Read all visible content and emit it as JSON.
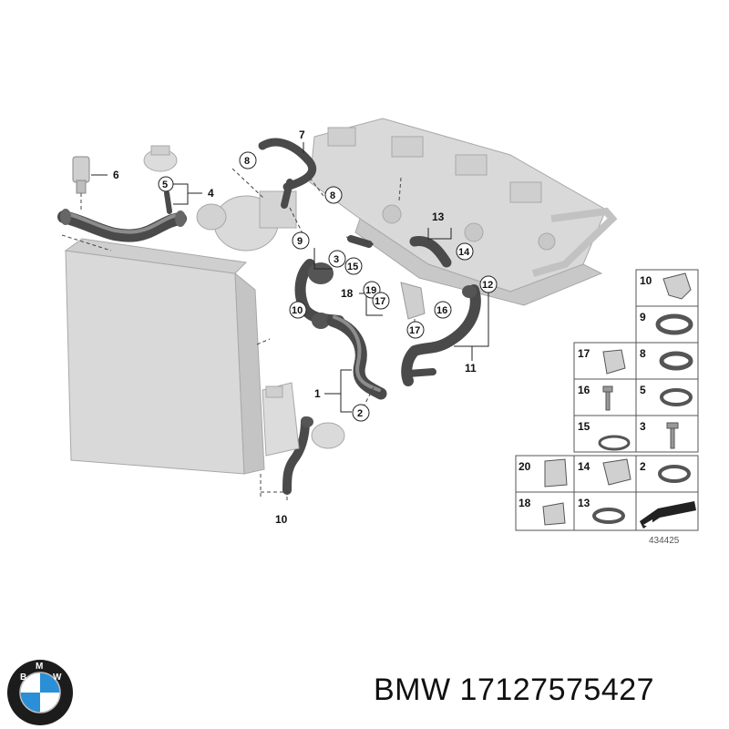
{
  "diagram": {
    "diagram_number": "434425",
    "callouts": [
      "1",
      "2",
      "3",
      "4",
      "5",
      "6",
      "7",
      "8",
      "8",
      "9",
      "10",
      "11",
      "12",
      "13",
      "14",
      "15",
      "16",
      "17",
      "18",
      "19",
      "20"
    ],
    "legend_items": [
      "10",
      "9",
      "17",
      "8",
      "16",
      "5",
      "15",
      "3",
      "20",
      "14",
      "2",
      "18",
      "13"
    ]
  },
  "footer": {
    "brand": "BMW",
    "part_number": "17127575427",
    "logo_letters": [
      "B",
      "M",
      "W"
    ]
  },
  "colors": {
    "logo_blue": "#2a8fd6",
    "logo_ring": "#1c1c1c",
    "hose": "#4a4a4a",
    "part_grey": "#d9d9d9"
  }
}
